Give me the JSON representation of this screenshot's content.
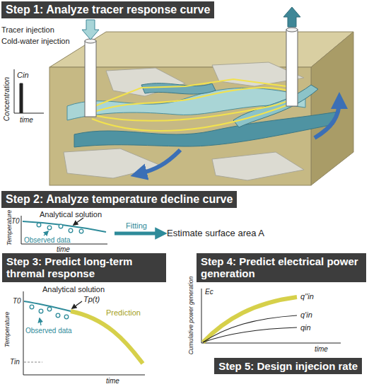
{
  "diagram": {
    "nodes": [
      {
        "text": [
          "Step 1: Analyze tracer response curve"
        ]
      },
      {
        "text": [
          "Step 2: Analyze temperature decline curve"
        ]
      },
      {
        "text": [
          "Step 3: Predict long-term thremal response"
        ]
      },
      {
        "text": [
          "Step 4: Predict electrical power generation"
        ]
      },
      {
        "text": [
          "Step 5: Design injecion rate"
        ]
      }
    ],
    "labels": [
      "Tracer injection",
      "Cold-water injection",
      "Concentration",
      "Cin",
      "time",
      "Analytical solution",
      "T0",
      "Temperature",
      "Observed data",
      "time",
      "Fitting",
      "Estimate surface area A",
      "Analytical solution",
      "T0",
      "Tp(t)",
      "Tin",
      "Temperature",
      "Observed data",
      "Prediction",
      "time",
      "Cumulative power generation",
      "Ec",
      "q''in",
      "q'in",
      "qin",
      "time"
    ]
  }
}
